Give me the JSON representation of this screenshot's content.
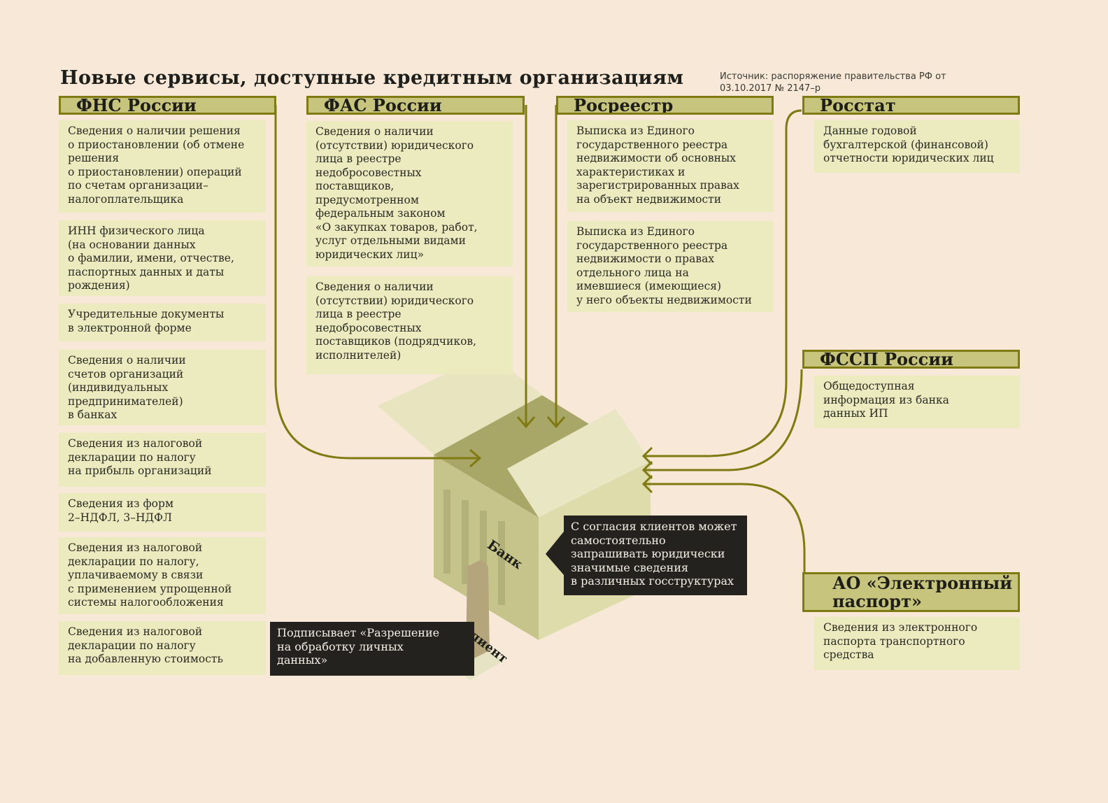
{
  "title": "Новые сервисы, доступные кредитным организациям",
  "source": "Источник: распоряжение правительства РФ от 03.10.2017 № 2147–р",
  "colors": {
    "background": "#f7e8d8",
    "header": "#c7c47e",
    "header_border": "#807a12",
    "box": "#ecebbf",
    "dark": "#24221f",
    "line": "#807a12"
  },
  "fns": {
    "header": "ФНС России",
    "items": [
      "Сведения о наличии решения\nо приостановлении (об отмене\nрешения\nо приостановлении) операций\nпо счетам организации–\nналогоплательщика",
      "ИНН физического лица\n(на основании данных\nо фамилии, имени, отчестве,\nпаспортных данных и даты\nрождения)",
      "Учредительные документы\nв электронной форме",
      "Сведения о наличии\nсчетов организаций\n(индивидуальных\nпредпринимателей)\nв банках",
      "Сведения из налоговой\nдекларации по налогу\nна прибыль организаций",
      "Сведения из форм\n2–НДФЛ, 3–НДФЛ",
      "Сведения из налоговой\nдекларации по налогу,\nуплачиваемому в связи\nс применением упрощенной\nсистемы налогообложения",
      "Сведения из налоговой\nдекларации по налогу\nна добавленную стоимость"
    ]
  },
  "fas": {
    "header": "ФАС России",
    "items": [
      "Сведения о наличии\n(отсутствии) юридического\nлица в реестре\nнедобросовестных\nпоставщиков,\nпредусмотренном\nфедеральным законом\n«О закупках товаров, работ,\nуслуг отдельными видами\nюридических лиц»",
      "Сведения о наличии\n(отсутствии) юридического\nлица в реестре\nнедобросовестных\nпоставщиков (подрядчиков,\nисполнителей)"
    ]
  },
  "rosreestr": {
    "header": "Росреестр",
    "items": [
      "Выписка из Единого\nгосударственного реестра\nнедвижимости об основных\nхарактеристиках и\nзарегистрированных правах\nна объект недвижимости",
      "Выписка из Единого\nгосударственного реестра\nнедвижимости о правах\nотдельного лица на\nимевшиеся (имеющиеся)\nу него объекты недвижимости"
    ]
  },
  "rosstat": {
    "header": "Росстат",
    "items": [
      "Данные годовой\nбухгалтерской (финансовой)\nотчетности юридических лиц"
    ]
  },
  "fssp": {
    "header": "ФССП России",
    "items": [
      "Общедоступная\nинформация из банка\nданных ИП"
    ]
  },
  "epassport": {
    "header": "АО «Электронный\nпаспорт»",
    "items": [
      "Сведения из электронного\nпаспорта транспортного\nсредства"
    ]
  },
  "bank": {
    "label": "Банк",
    "note": "С согласия клиентов может\nсамостоятельно\nзапрашивать юридически\nзначимые сведения\nв различных госструктурах"
  },
  "client": {
    "label": "Клиент",
    "note": "Подписывает «Разрешение\nна обработку личных\nданных»"
  }
}
